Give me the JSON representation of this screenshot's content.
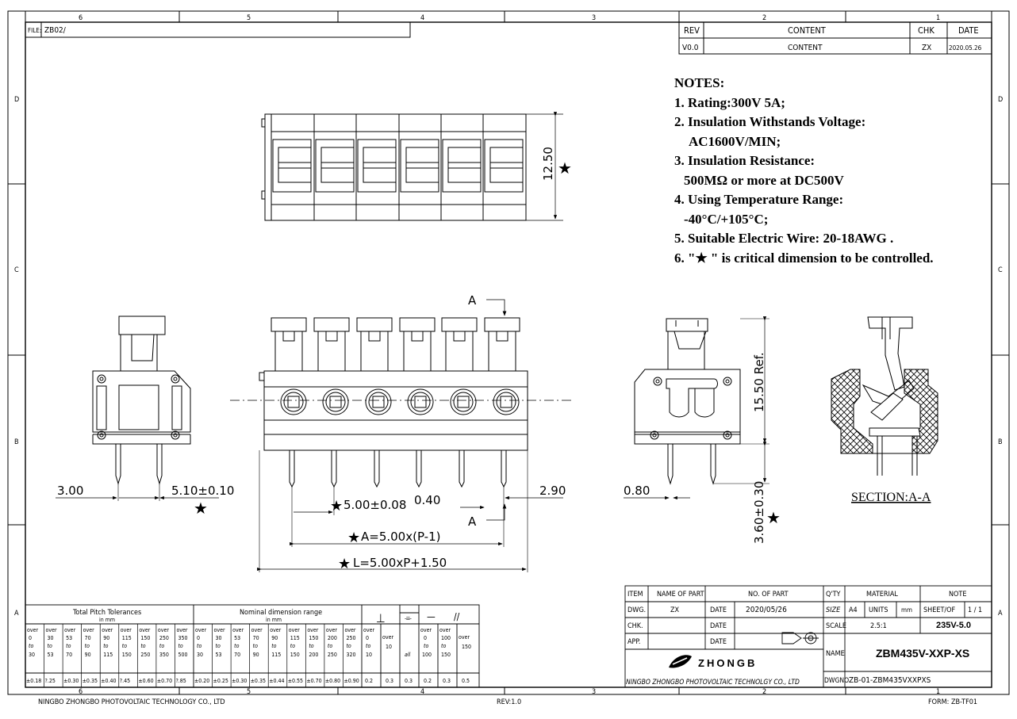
{
  "border": {
    "top_numbers": [
      "6",
      "5",
      "4",
      "3",
      "2",
      "1"
    ],
    "bottom_numbers": [
      "6",
      "5",
      "4",
      "3",
      "2",
      "1"
    ],
    "side_letters": [
      "D",
      "C",
      "B",
      "A"
    ],
    "file_label": "FILE:",
    "file_value": "ZB02/",
    "footer_company": "NINGBO ZHONGBO PHOTOVOLTAIC TECHNOLOGY CO., LTD",
    "footer_rev": "REV:1.0",
    "footer_form": "FORM: ZB-TF01"
  },
  "revision_table": {
    "headers": [
      "REV",
      "CONTENT",
      "CHK",
      "DATE"
    ],
    "row": [
      "V0.0",
      "CONTENT",
      "ZX",
      "2020.05.26"
    ]
  },
  "notes": {
    "title": "NOTES:",
    "lines": [
      "1. Rating:300V 5A;",
      "2. Insulation Withstands Voltage:",
      "AC1600V/MIN;",
      "3. Insulation Resistance:",
      "500MΩ or more at DC500V",
      "4. Using Temperature Range:",
      "-40°C/+105°C;",
      "5. Suitable Electric Wire: 20-18AWG .",
      "6. \"★ \" is critical dimension to be controlled."
    ]
  },
  "dimensions": {
    "height_top": "12.50",
    "left_3": "3.00",
    "left_510": "5.10±0.10",
    "pitch": "5.00±0.08",
    "pin": "0.40",
    "edge": "2.90",
    "a_formula": "A=5.00x(P-1)",
    "l_formula": "L=5.00xP+1.50",
    "ref_height": "15.50 Ref.",
    "side_080": "0.80",
    "pin_len": "3.60±0.30",
    "section_label_a": "A",
    "section_title": "SECTION:A-A",
    "star": "★"
  },
  "tolerance_table": {
    "pitch_title": "Total Pitch Tolerances",
    "pitch_unit": "in mm",
    "nominal_title": "Nominal dimension range",
    "nominal_unit": "in mm",
    "over": "over",
    "to": "to",
    "pitch_ranges": [
      [
        "0",
        "30"
      ],
      [
        "30",
        "53"
      ],
      [
        "53",
        "70"
      ],
      [
        "70",
        "90"
      ],
      [
        "90",
        "115"
      ],
      [
        "115",
        "150"
      ],
      [
        "150",
        "250"
      ],
      [
        "250",
        "350"
      ],
      [
        "350",
        "500"
      ]
    ],
    "pitch_tol": [
      "±0.18",
      "?.25",
      "±0.30",
      "±0.35",
      "±0.40",
      "?.45",
      "±0.60",
      "±0.70",
      "?.85"
    ],
    "nominal_ranges": [
      [
        "0",
        "30"
      ],
      [
        "30",
        "53"
      ],
      [
        "53",
        "70"
      ],
      [
        "70",
        "90"
      ],
      [
        "90",
        "115"
      ],
      [
        "115",
        "150"
      ],
      [
        "150",
        "200"
      ],
      [
        "200",
        "250"
      ],
      [
        "250",
        "320"
      ]
    ],
    "nominal_tol": [
      "±0.20",
      "±0.25",
      "±0.30",
      "±0.35",
      "±0.44",
      "±0.55",
      "±0.70",
      "±0.80",
      "±0.90"
    ],
    "geo_ranges": [
      [
        "0",
        "10"
      ],
      [
        "10",
        ""
      ],
      [
        "all",
        ""
      ],
      [
        "0",
        "100"
      ],
      [
        "100",
        "150"
      ],
      [
        "150",
        ""
      ]
    ],
    "geo_tol": [
      "0.2",
      "0.3",
      "0.3",
      "0.2",
      "0.3",
      "0.5"
    ],
    "geo_symbols": [
      "⊥",
      "⌯",
      "—",
      "//"
    ]
  },
  "title_block": {
    "item": "ITEM",
    "name_of_part": "NAME OF PART",
    "no_of_part": "NO. OF PART",
    "qty": "Q'TY",
    "material": "MATERIAL",
    "note": "NOTE",
    "dwg": "DWG.",
    "dwg_by": "ZX",
    "date_label": "DATE",
    "dwg_date": "2020/05/26",
    "size_label": "SIZE",
    "size": "A4",
    "units_label": "UNITS",
    "units": "mm",
    "sheet_label": "SHEET/OF",
    "sheet": "1 / 1",
    "chk": "CHK.",
    "app": "APP.",
    "scale_label": "SCALE",
    "scale": "2.5:1",
    "spec": "235V-5.0",
    "name_label": "NAME",
    "part_name": "ZBM435V-XXP-XS",
    "logo_text": "ZHONGB",
    "company": "NINGBO ZHONGBO PHOTOVOLTAIC TECHNOLGY CO., LTD",
    "dwgno_label": "DWGNO.",
    "dwgno": "ZB-01-ZBM435VXXPXS"
  }
}
